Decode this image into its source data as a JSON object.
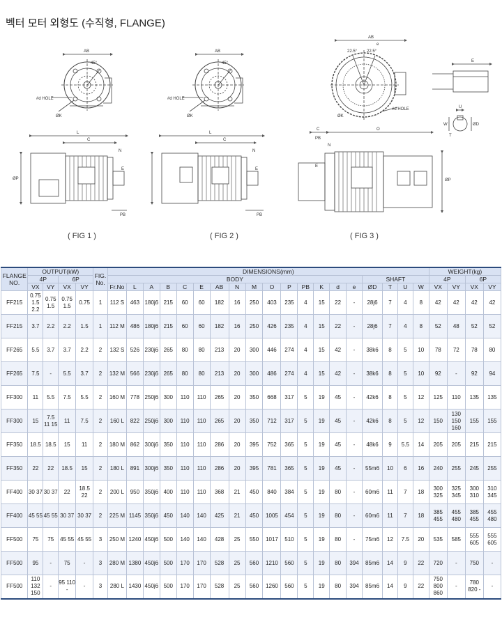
{
  "page": {
    "title": "벡터 모터 외형도 (수직형, FLANGE)"
  },
  "figures": {
    "fig1": {
      "caption": "( FIG 1 )",
      "labels": {
        "ab": "AB",
        "e": "",
        "angle": "45°",
        "hole": "#d HOLE",
        "k": "ØK",
        "l": "L",
        "c": "C",
        "n": "N",
        "pb": "PB",
        "eh": "E",
        "p": "ØP"
      }
    },
    "fig2": {
      "caption": "( FIG 2 )",
      "labels": {
        "ab": "AB",
        "angle": "45°",
        "hole": "#d HOLE",
        "k": "ØK",
        "l": "L",
        "c": "C",
        "n": "N",
        "pb": "PB",
        "eh": "E"
      }
    },
    "fig3": {
      "caption": "( FIG 3 )",
      "labels": {
        "ab": "AB",
        "e": "e",
        "angle1": "22.5°",
        "angle2": "22.5°",
        "hole": "#d HOLE",
        "k": "ØK",
        "c": "C",
        "o": "O",
        "pb": "PB",
        "n": "N",
        "eh": "E",
        "p": "ØP"
      }
    },
    "shaft": {
      "labels": {
        "e": "E",
        "u": "U",
        "w": "W",
        "t": "T",
        "d": "ØD"
      }
    }
  },
  "table": {
    "head": {
      "flange_no": "FLANGE NO.",
      "output": "OUTPUT(kW)",
      "p4": "4P",
      "p6": "6P",
      "vx": "VX",
      "vy": "VY",
      "fig_no": "FIG. No.",
      "dimensions": "DIMENSIONS(mm)",
      "body": "BODY",
      "shaft": "SHAFT",
      "weight": "WEIGHT(kg)",
      "fr_no": "Fr.No",
      "body_cols": [
        "L",
        "A",
        "B",
        "C",
        "E",
        "AB",
        "N",
        "M",
        "O",
        "P",
        "PB",
        "K",
        "d",
        "e"
      ],
      "shaft_cols": [
        "ØD",
        "T",
        "U",
        "W"
      ]
    },
    "rows": [
      [
        "FF215",
        "0.75\n1.5\n2.2",
        "0.75\n1.5",
        "0.75\n1.5",
        "0.75",
        "1",
        "112 S",
        "463",
        "180j6",
        "215",
        "60",
        "60",
        "182",
        "16",
        "250",
        "403",
        "235",
        "4",
        "15",
        "22",
        "-",
        "28j6",
        "7",
        "4",
        "8",
        "42",
        "42",
        "42",
        "42"
      ],
      [
        "FF215",
        "3.7",
        "2.2",
        "2.2",
        "1.5",
        "1",
        "112 M",
        "486",
        "180j6",
        "215",
        "60",
        "60",
        "182",
        "16",
        "250",
        "426",
        "235",
        "4",
        "15",
        "22",
        "-",
        "28j6",
        "7",
        "4",
        "8",
        "52",
        "48",
        "52",
        "52"
      ],
      [
        "FF265",
        "5.5",
        "3.7",
        "3.7",
        "2.2",
        "2",
        "132 S",
        "526",
        "230j6",
        "265",
        "80",
        "80",
        "213",
        "20",
        "300",
        "446",
        "274",
        "4",
        "15",
        "42",
        "-",
        "38k6",
        "8",
        "5",
        "10",
        "78",
        "72",
        "78",
        "80"
      ],
      [
        "FF265",
        "7.5",
        "-",
        "5.5",
        "3.7",
        "2",
        "132 M",
        "566",
        "230j6",
        "265",
        "80",
        "80",
        "213",
        "20",
        "300",
        "486",
        "274",
        "4",
        "15",
        "42",
        "-",
        "38k6",
        "8",
        "5",
        "10",
        "92",
        "-",
        "92",
        "94"
      ],
      [
        "FF300",
        "11",
        "5.5",
        "7.5",
        "5.5",
        "2",
        "160 M",
        "778",
        "250j6",
        "300",
        "110",
        "110",
        "265",
        "20",
        "350",
        "668",
        "317",
        "5",
        "19",
        "45",
        "-",
        "42k6",
        "8",
        "5",
        "12",
        "125",
        "110",
        "135",
        "135"
      ],
      [
        "FF300",
        "15",
        "7.5\n11\n15",
        "11",
        "7.5",
        "2",
        "160 L",
        "822",
        "250j6",
        "300",
        "110",
        "110",
        "265",
        "20",
        "350",
        "712",
        "317",
        "5",
        "19",
        "45",
        "-",
        "42k6",
        "8",
        "5",
        "12",
        "150",
        "130\n150\n160",
        "155",
        "155"
      ],
      [
        "FF350",
        "18.5",
        "18.5",
        "15",
        "11",
        "2",
        "180 M",
        "862",
        "300j6",
        "350",
        "110",
        "110",
        "286",
        "20",
        "395",
        "752",
        "365",
        "5",
        "19",
        "45",
        "-",
        "48k6",
        "9",
        "5.5",
        "14",
        "205",
        "205",
        "215",
        "215"
      ],
      [
        "FF350",
        "22",
        "22",
        "18.5",
        "15",
        "2",
        "180 L",
        "891",
        "300j6",
        "350",
        "110",
        "110",
        "286",
        "20",
        "395",
        "781",
        "365",
        "5",
        "19",
        "45",
        "-",
        "55m6",
        "10",
        "6",
        "16",
        "240",
        "255",
        "245",
        "255"
      ],
      [
        "FF400",
        "30\n37",
        "30\n37",
        "22",
        "18.5\n22",
        "2",
        "200 L",
        "950",
        "350j6",
        "400",
        "110",
        "110",
        "368",
        "21",
        "450",
        "840",
        "384",
        "5",
        "19",
        "80",
        "-",
        "60m6",
        "11",
        "7",
        "18",
        "300\n325",
        "325\n345",
        "300\n310",
        "310\n345"
      ],
      [
        "FF400",
        "45\n55",
        "45\n55",
        "30\n37",
        "30\n37",
        "2",
        "225 M",
        "1145",
        "350j6",
        "450",
        "140",
        "140",
        "425",
        "21",
        "450",
        "1005",
        "454",
        "5",
        "19",
        "80",
        "-",
        "60m6",
        "11",
        "7",
        "18",
        "385\n455",
        "455\n480",
        "385\n455",
        "455\n480"
      ],
      [
        "FF500",
        "75",
        "75",
        "45\n55",
        "45\n55",
        "3",
        "250 M",
        "1240",
        "450j6",
        "500",
        "140",
        "140",
        "428",
        "25",
        "550",
        "1017",
        "510",
        "5",
        "19",
        "80",
        "-",
        "75m6",
        "12",
        "7.5",
        "20",
        "535",
        "585",
        "555\n605",
        "555\n605"
      ],
      [
        "FF500",
        "95",
        "-",
        "75",
        "-",
        "3",
        "280 M",
        "1380",
        "450j6",
        "500",
        "170",
        "170",
        "528",
        "25",
        "560",
        "1210",
        "560",
        "5",
        "19",
        "80",
        "394",
        "85m6",
        "14",
        "9",
        "22",
        "720",
        "-",
        "750",
        "-"
      ],
      [
        "FF500",
        "110\n132\n150",
        "-",
        "95\n110\n-",
        "-",
        "3",
        "280 L",
        "1430",
        "450j6",
        "500",
        "170",
        "170",
        "528",
        "25",
        "560",
        "1260",
        "560",
        "5",
        "19",
        "80",
        "394",
        "85m6",
        "14",
        "9",
        "22",
        "750\n800\n860",
        "-",
        "780\n820\n-",
        "-"
      ]
    ]
  }
}
